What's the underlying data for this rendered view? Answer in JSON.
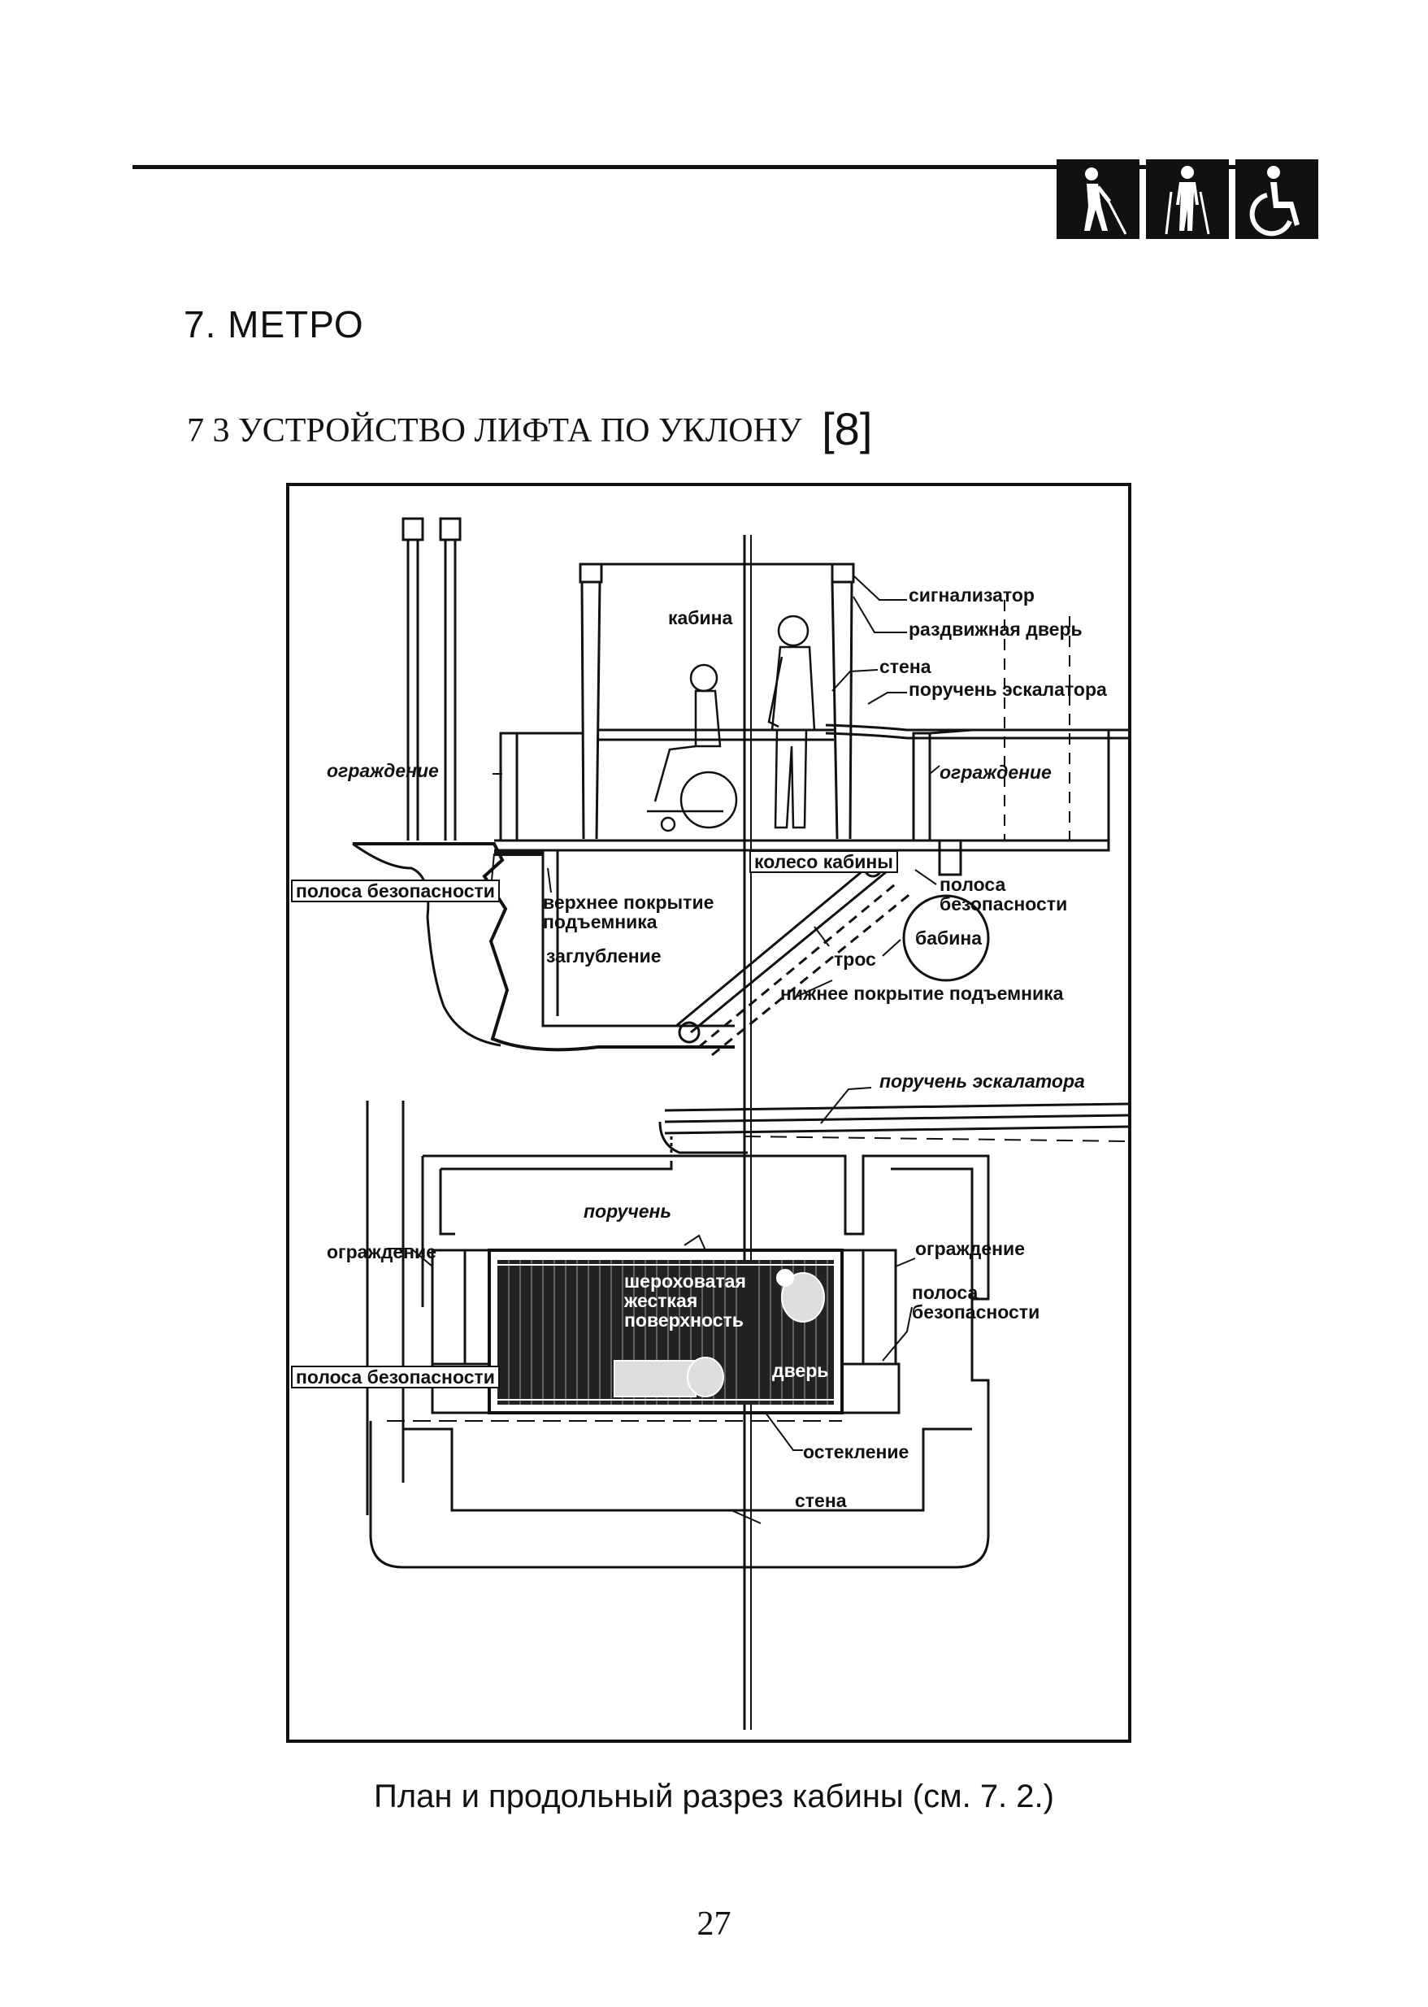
{
  "header": {
    "icons": [
      "blind-person-icon",
      "walking-cane-person-icon",
      "wheelchair-icon"
    ]
  },
  "chapter_title": "7. МЕТРО",
  "section": {
    "number": "7 3",
    "title": "УСТРОЙСТВО ЛИФТА ПО УКЛОНУ",
    "ref": "[8]"
  },
  "section_view": {
    "labels": {
      "cabin": "кабина",
      "signaller": "сигнализатор",
      "sliding_door": "раздвижная дверь",
      "wall": "стена",
      "escalator_handrail": "поручень эскалатора",
      "fence_left": "ограждение",
      "fence_right": "ограждение",
      "safety_strip_left": "полоса безопасности",
      "upper_cover": "верхнее покрытие подъемника",
      "recess": "заглубление",
      "cabin_wheel": "колесо кабины",
      "safety_strip_right": "полоса безопасности",
      "drum": "бабина",
      "cable": "трос",
      "lower_cover": "нижнее покрытие подъемника"
    }
  },
  "plan_view": {
    "labels": {
      "escalator_handrail": "поручень эскалатора",
      "handrail": "поручень",
      "fence_left": "ограждение",
      "rough_surface": "шероховатая жесткая поверхность",
      "fence_right": "ограждение",
      "safety_strip_right": "полоса безопасности",
      "safety_strip_left": "полоса безопасности",
      "door": "дверь",
      "glazing": "остекление",
      "wall": "стена"
    }
  },
  "caption": "План и продольный разрез кабины (см. 7. 2.)",
  "page_number": "27"
}
